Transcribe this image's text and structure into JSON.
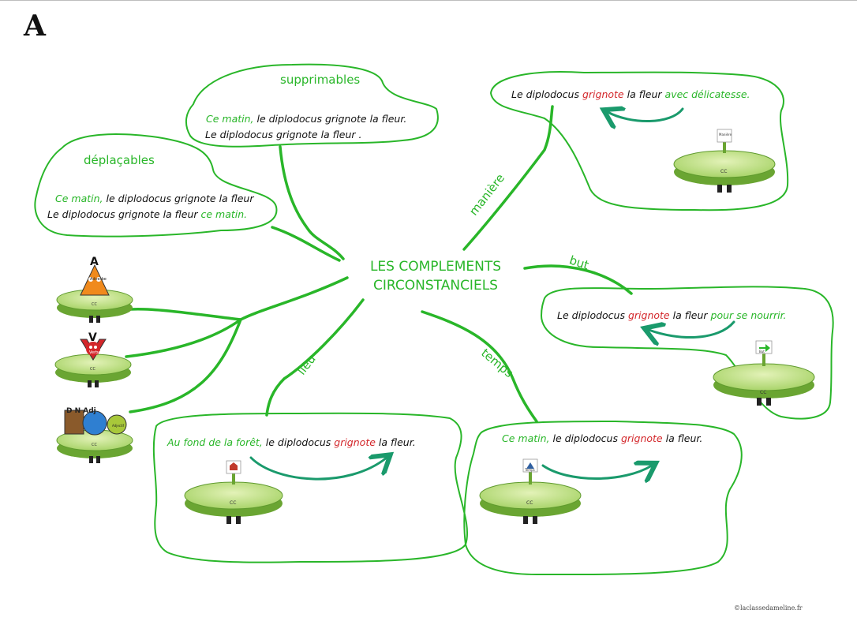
{
  "panel_letter": "A",
  "center": {
    "line1": "LES COMPLEMENTS",
    "line2": "CIRCONSTANCIELS"
  },
  "branches": {
    "maniere": "manière",
    "but": "but",
    "temps": "temps",
    "lieu": "lieu"
  },
  "supprimables": {
    "heading": "supprimables",
    "line1_cc": "Ce matin,",
    "line1_rest": "le diplodocus grignote la fleur.",
    "line2": "Le diplodocus grignote la fleur ."
  },
  "deplacables": {
    "heading": "déplaçables",
    "line1_cc": "Ce matin,",
    "line1_rest": "le diplodocus grignote la fleur",
    "line2_start": "Le diplodocus grignote la fleur",
    "line2_cc": "ce matin."
  },
  "maniere_box": {
    "pre": "Le diplodocus",
    "verb": "grignote",
    "mid": "la fleur",
    "cc": "avec délicatesse.",
    "sign": "Manière",
    "platform": "CC"
  },
  "but_box": {
    "pre": "Le diplodocus",
    "verb": "grignote",
    "mid": "la fleur",
    "cc": "pour se nourrir.",
    "sign": "But",
    "platform": "CC"
  },
  "lieu_box": {
    "cc": "Au fond de la forêt,",
    "pre": "le diplodocus",
    "verb": "grignote",
    "post": "la fleur.",
    "platform": "CC"
  },
  "temps_box": {
    "cc": "Ce matin,",
    "pre": "le diplodocus",
    "verb": "grignote",
    "post": "la fleur.",
    "sign": "Temps",
    "platform": "CC"
  },
  "characters": [
    {
      "letter": "A",
      "badge": "Adverbe",
      "platform": "CC",
      "color": "#f08a1c"
    },
    {
      "letter": "V",
      "badge": "Verbe",
      "platform": "CC",
      "color": "#d3262a"
    },
    {
      "letter": "D N Adj",
      "badge": "Adjectif",
      "platform": "CC",
      "color": "#2f7fd1"
    }
  ],
  "credit": "©laclassedameline.fr",
  "colors": {
    "green": "#29b629",
    "red": "#d3262a",
    "teal_arrow": "#1a9a6c",
    "platform_light": "#c5e38c",
    "platform_dark": "#6aa532"
  }
}
